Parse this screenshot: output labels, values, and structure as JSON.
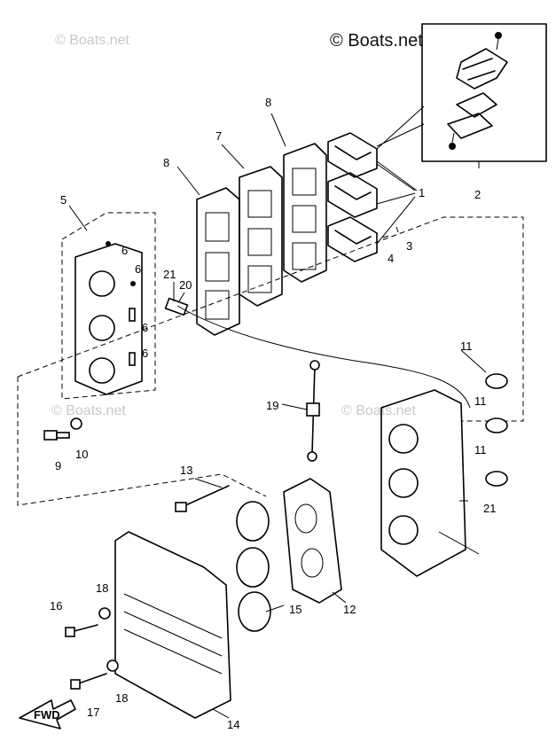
{
  "watermarks": {
    "main": "© Boats.net",
    "faint": "© Boats.net"
  },
  "callouts": {
    "c1": "1",
    "c2": "2",
    "c3": "3",
    "c4": "4",
    "c5": "5",
    "c6a": "6",
    "c6b": "6",
    "c6c": "6",
    "c6d": "6",
    "c7": "7",
    "c8a": "8",
    "c8b": "8",
    "c9": "9",
    "c10": "10",
    "c11a": "11",
    "c11b": "11",
    "c11c": "11",
    "c12": "12",
    "c13": "13",
    "c14": "14",
    "c15": "15",
    "c16": "16",
    "c17": "17",
    "c18a": "18",
    "c18b": "18",
    "c19": "19",
    "c20": "20",
    "c21a": "21",
    "c21b": "21"
  },
  "fwd_label": "FWD"
}
